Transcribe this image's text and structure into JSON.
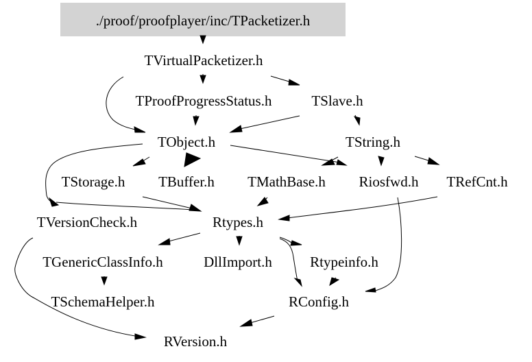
{
  "diagram": {
    "type": "include-dependency-graph",
    "root": "root",
    "colors": {
      "root_fill": "#d3d3d3",
      "edge": "#000000",
      "text": "#000000",
      "background": "#ffffff"
    },
    "nodes": [
      {
        "id": "root",
        "label": "./proof/proofplayer/inc/TPacketizer.h",
        "highlighted": true
      },
      {
        "id": "tvirtualpacketizer",
        "label": "TVirtualPacketizer.h"
      },
      {
        "id": "tproofprogressstatus",
        "label": "TProofProgressStatus.h"
      },
      {
        "id": "tslave",
        "label": "TSlave.h"
      },
      {
        "id": "tobject",
        "label": "TObject.h"
      },
      {
        "id": "tstring",
        "label": "TString.h"
      },
      {
        "id": "tstorage",
        "label": "TStorage.h"
      },
      {
        "id": "tbuffer",
        "label": "TBuffer.h"
      },
      {
        "id": "tmathbase",
        "label": "TMathBase.h"
      },
      {
        "id": "riosfwd",
        "label": "Riosfwd.h"
      },
      {
        "id": "trefcnt",
        "label": "TRefCnt.h"
      },
      {
        "id": "tversioncheck",
        "label": "TVersionCheck.h"
      },
      {
        "id": "rtypes",
        "label": "Rtypes.h"
      },
      {
        "id": "tgenericclassinfo",
        "label": "TGenericClassInfo.h"
      },
      {
        "id": "dllimport",
        "label": "DllImport.h"
      },
      {
        "id": "rtypeinfo",
        "label": "Rtypeinfo.h"
      },
      {
        "id": "tschemahelper",
        "label": "TSchemaHelper.h"
      },
      {
        "id": "rconfig",
        "label": "RConfig.h"
      },
      {
        "id": "rversion",
        "label": "RVersion.h"
      }
    ],
    "edges": [
      {
        "from": "root",
        "to": "tvirtualpacketizer"
      },
      {
        "from": "tvirtualpacketizer",
        "to": "tproofprogressstatus"
      },
      {
        "from": "tvirtualpacketizer",
        "to": "tslave"
      },
      {
        "from": "tvirtualpacketizer",
        "to": "tobject"
      },
      {
        "from": "tproofprogressstatus",
        "to": "tobject"
      },
      {
        "from": "tslave",
        "to": "tobject"
      },
      {
        "from": "tslave",
        "to": "tstring"
      },
      {
        "from": "tobject",
        "to": "tstorage"
      },
      {
        "from": "tobject",
        "to": "tbuffer"
      },
      {
        "from": "tobject",
        "to": "riosfwd"
      },
      {
        "from": "tobject",
        "to": "tversioncheck"
      },
      {
        "from": "tstring",
        "to": "tmathbase"
      },
      {
        "from": "tstring",
        "to": "riosfwd"
      },
      {
        "from": "tstring",
        "to": "trefcnt"
      },
      {
        "from": "tstorage",
        "to": "rtypes"
      },
      {
        "from": "tmathbase",
        "to": "rtypes"
      },
      {
        "from": "trefcnt",
        "to": "rtypes"
      },
      {
        "from": "tversioncheck",
        "to": "rtypes"
      },
      {
        "from": "riosfwd",
        "to": "rconfig"
      },
      {
        "from": "tversioncheck",
        "to": "rversion"
      },
      {
        "from": "rtypes",
        "to": "tgenericclassinfo"
      },
      {
        "from": "rtypes",
        "to": "dllimport"
      },
      {
        "from": "rtypes",
        "to": "rtypeinfo"
      },
      {
        "from": "rtypes",
        "to": "rconfig"
      },
      {
        "from": "tgenericclassinfo",
        "to": "tschemahelper"
      },
      {
        "from": "rtypeinfo",
        "to": "rconfig"
      },
      {
        "from": "rconfig",
        "to": "rversion"
      }
    ]
  }
}
